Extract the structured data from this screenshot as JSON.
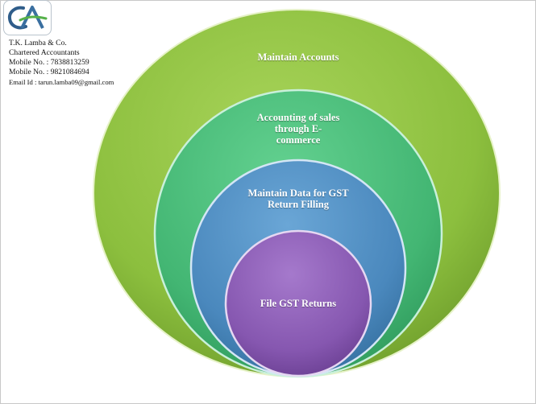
{
  "logo": {
    "text": "CA",
    "colors": {
      "c": "#2f5d8a",
      "a": "#3a6fa0",
      "accent": "#56b14a"
    }
  },
  "firm": {
    "name": "T.K. Lamba  & Co.",
    "title": "Chartered Accountants",
    "mobile1": "Mobile No.  : 7838813259",
    "mobile2": "Mobile No.  : 9821084694",
    "email": "Email Id : tarun.lamba09@gmail.com"
  },
  "diagram": {
    "circles": [
      {
        "label": "Maintain Accounts",
        "color": "#93c346"
      },
      {
        "label": "Accounting of sales through E-commerce",
        "color": "#4bbf7a"
      },
      {
        "label": "Maintain Data for GST Return Filling",
        "color": "#4f8fc2"
      },
      {
        "label": "File GST Returns",
        "color": "#8a5bb3"
      }
    ]
  }
}
